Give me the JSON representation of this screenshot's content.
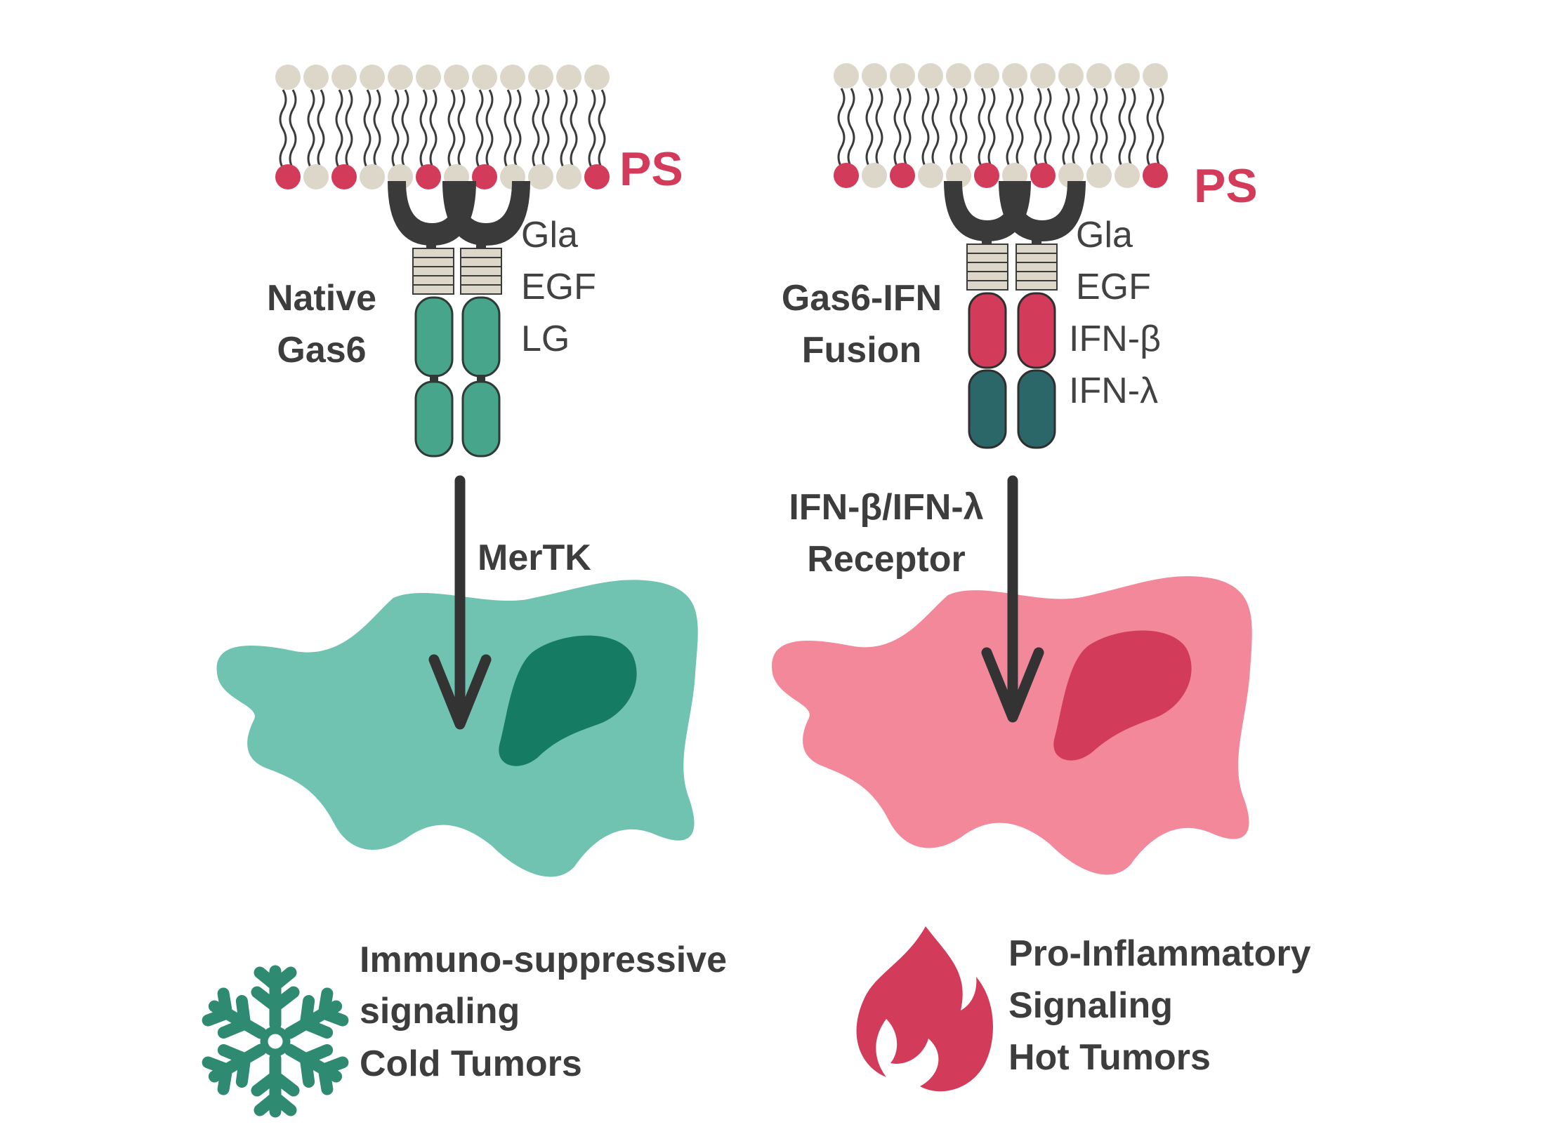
{
  "colors": {
    "teal_cell": "#6fc3b0",
    "teal_nucleus": "#157b62",
    "teal_domain": "#46a58b",
    "pink_cell": "#f2889a",
    "pink_nucleus": "#d23c5a",
    "ifn_beta": "#d23c5a",
    "ifn_lambda": "#2b6768",
    "egf_stripes": "#dcd7c9",
    "lipid_head": "#dcd7c9",
    "ps_head": "#d23c5a",
    "gla_dark": "#3a3a3a",
    "text": "#3d3d3d"
  },
  "left": {
    "ps_label": "PS",
    "protein_label_line1": "Native",
    "protein_label_line2": "Gas6",
    "domains": [
      "Gla",
      "EGF",
      "LG"
    ],
    "receptor_label": "MerTK",
    "legend_icon": "snowflake-icon",
    "legend_lines": [
      "Immuno-suppressive",
      "signaling",
      "Cold Tumors"
    ]
  },
  "right": {
    "ps_label": "PS",
    "protein_label_line1": "Gas6-IFN",
    "protein_label_line2": "Fusion",
    "domains": [
      "Gla",
      "EGF",
      "IFN-β",
      "IFN-λ"
    ],
    "receptor_label_line1": "IFN-β/IFN-λ",
    "receptor_label_line2": "Receptor",
    "legend_icon": "flame-icon",
    "legend_lines": [
      "Pro-Inflammatory",
      "Signaling",
      "Hot Tumors"
    ]
  }
}
